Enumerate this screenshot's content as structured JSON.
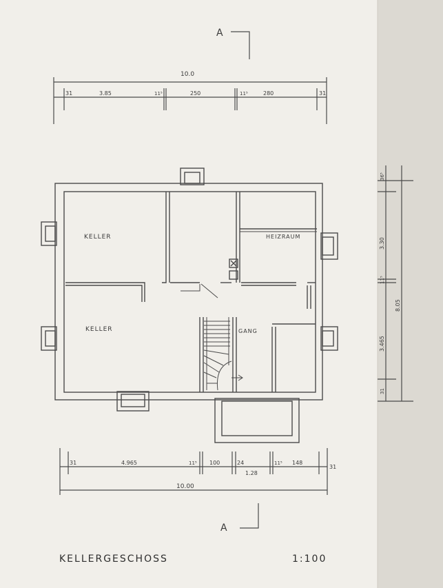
{
  "section_marker": "A",
  "top_dims": {
    "overall": "10.0",
    "segments": [
      "31",
      "3.85",
      "11⁵",
      "250",
      "11⁵",
      "280",
      "31"
    ]
  },
  "bottom_dims": {
    "overall": "10.00",
    "segments": [
      "31",
      "4.965",
      "11⁵",
      "100",
      "24",
      "1.28",
      "11⁵",
      "148",
      "31"
    ]
  },
  "right_dims": {
    "overall": "8.05",
    "segments": [
      "36⁵",
      "3.30",
      "11⁵",
      "3.465",
      "31"
    ]
  },
  "rooms": {
    "keller_top": "KELLER",
    "keller_bottom": "KELLER",
    "heizraum": "HEIZRAUM",
    "gang": "GANG"
  },
  "plan_title": "KELLERGESCHOSS",
  "scale": "1:100",
  "colors": {
    "paper": "#f1efea",
    "shadow": "#dcd9d2",
    "ink": "#4a4a4a"
  }
}
